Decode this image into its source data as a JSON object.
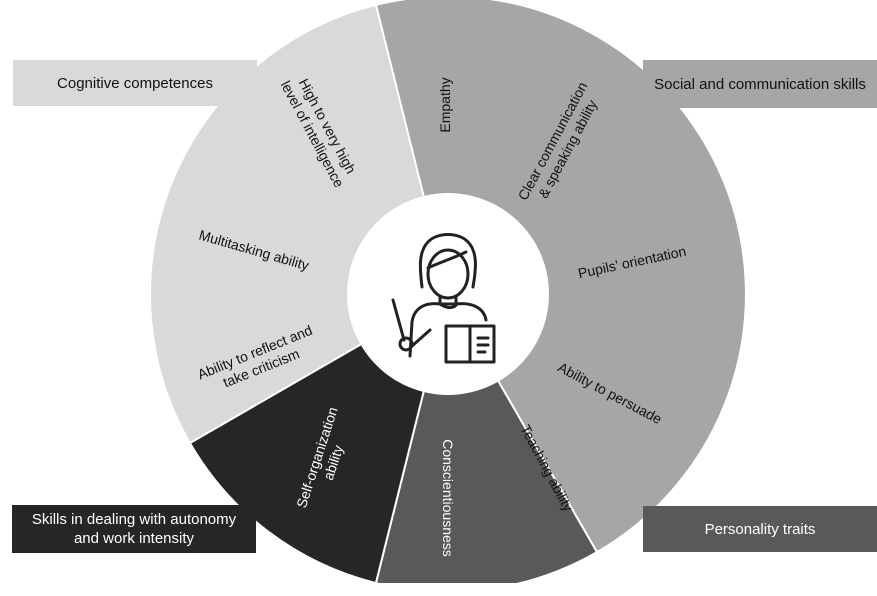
{
  "diagram": {
    "center_icon": "teacher-with-pointer-and-book-icon",
    "colors": {
      "cognitive": "#d9d9d9",
      "social": "#a6a6a6",
      "autonomy": "#262626",
      "personality": "#595959",
      "divider": "#ffffff",
      "icon_stroke": "#222222"
    },
    "categories": [
      {
        "id": "cognitive",
        "label": "Cognitive competences"
      },
      {
        "id": "social",
        "label": "Social and communication skills"
      },
      {
        "id": "autonomy",
        "label": "Skills in dealing with autonomy and work intensity"
      },
      {
        "id": "personality",
        "label": "Personality traits"
      }
    ],
    "segments": [
      {
        "label": "Empathy",
        "category": "social"
      },
      {
        "label": "Clear communication & speaking ability",
        "category": "social"
      },
      {
        "label": "Pupils' orientation",
        "category": "social"
      },
      {
        "label": "Ability to persuade",
        "category": "social"
      },
      {
        "label": "Teaching ability",
        "category": "social"
      },
      {
        "label": "Conscientiousness",
        "category": "personality"
      },
      {
        "label": "Self-organization ability",
        "category": "autonomy"
      },
      {
        "label": "Ability to reflect and take criticism",
        "category": "cognitive"
      },
      {
        "label": "Multitasking ability",
        "category": "cognitive"
      },
      {
        "label": "High to very high level of intelligence",
        "category": "cognitive"
      }
    ]
  }
}
